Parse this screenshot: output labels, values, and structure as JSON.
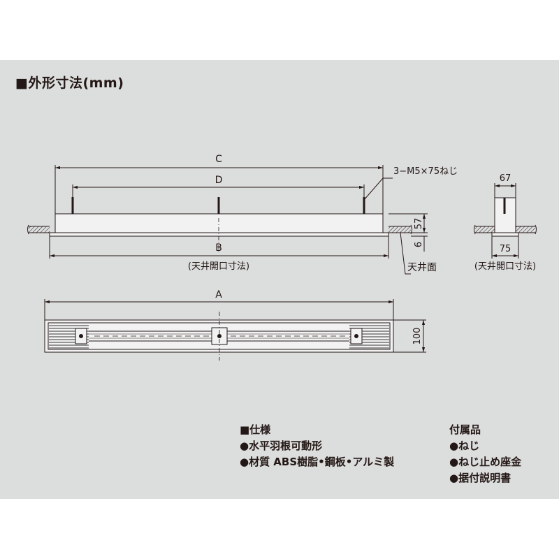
{
  "heading": "■外形寸法(mm)",
  "dimensions": {
    "C": "C",
    "D": "D",
    "B": "B",
    "A": "A",
    "screw": "3−M5×75ねじ",
    "h57": "57",
    "h6": "6",
    "w100": "100",
    "w67": "67",
    "w75": "75",
    "opening_front": "(天井開口寸法)",
    "opening_side": "(天井開口寸法)",
    "ceiling_face": "天井面"
  },
  "spec": {
    "title": "■仕様",
    "items": [
      "●水平羽根可動形",
      "●材質 ABS樹脂•鋼板•アルミ製"
    ]
  },
  "accessories": {
    "title": "付属品",
    "items": [
      "●ねじ",
      "●ねじ止め座金",
      "●据付説明書"
    ]
  },
  "colors": {
    "panel": "#dcdddd",
    "line": "#231815",
    "hatch": "#8a8a8a",
    "part_fill": "#f2f2f2"
  }
}
